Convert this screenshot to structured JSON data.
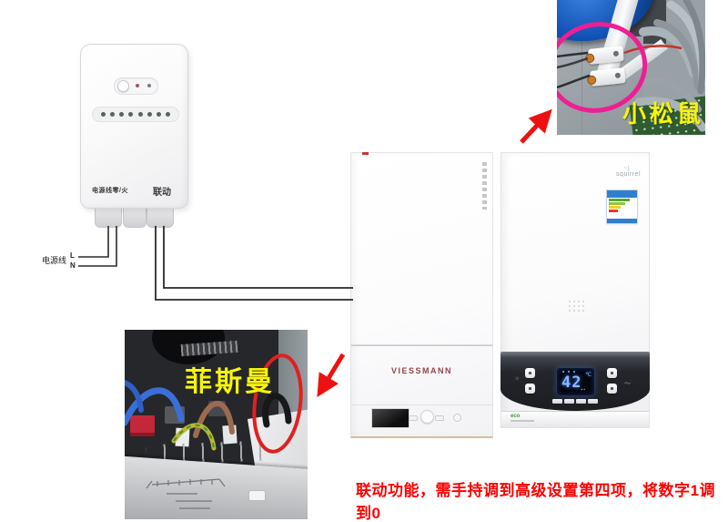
{
  "controller": {
    "power_port_label": "电源线零/火",
    "linkage_port_label": "联动",
    "power_line_label": "电源线",
    "live_label": "L",
    "neutral_label": "N"
  },
  "left_boiler": {
    "brand": "VIESSMANN"
  },
  "right_boiler": {
    "brand": "squirrel",
    "display_value": "42",
    "display_unit": "℃",
    "eco_label": "eco"
  },
  "photos": {
    "top_right_caption": "小松鼠",
    "bottom_left_caption": "菲斯曼"
  },
  "caption": {
    "text": "联动功能，需手持调到高级设置第四项，将数字1调到0"
  },
  "colors": {
    "arrow_red": "#ee1111",
    "annotation_magenta": "#ee1f93",
    "annotation_red": "#e02020",
    "caption_yellow": "#f5f50a",
    "caption_red": "#fe0000",
    "viessmann_maroon": "#96444e",
    "display_blue": "#8db8ff"
  }
}
